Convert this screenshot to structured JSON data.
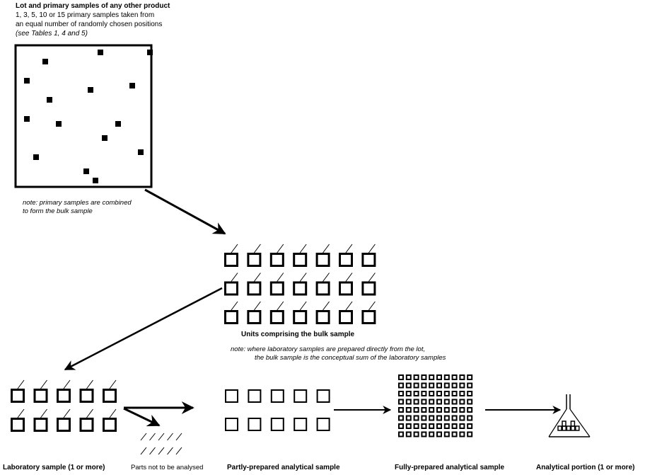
{
  "title": {
    "heading": "Lot and primary samples of any other product",
    "line1": "1, 3, 5, 10 or 15  primary samples taken from",
    "line2": "an equal number of randomly chosen positions",
    "line3": "(see Tables 1, 4 and 5)"
  },
  "lot": {
    "primary_sample_count": 15,
    "note_line1": "note:  primary samples are combined",
    "note_line2": "to form the bulk sample"
  },
  "bulk": {
    "rows": 3,
    "cols": 7,
    "label": "Units comprising the bulk sample",
    "note_line1": "note:  where laboratory samples are prepared directly from the lot,",
    "note_line2": "the bulk sample is the conceptual sum of the laboratory samples"
  },
  "laboratory": {
    "rows": 2,
    "cols": 5,
    "label": "Laboratory sample (1 or more)"
  },
  "discarded": {
    "rows": 2,
    "cols": 5,
    "label": "Parts not to be analysed"
  },
  "partly_prepared": {
    "rows": 2,
    "cols": 5,
    "label": "Partly-prepared analytical sample"
  },
  "fully_prepared": {
    "rows": 8,
    "cols": 10,
    "label": "Fully-prepared analytical sample"
  },
  "analytical_portion": {
    "label": "Analytical portion  (1 or more)"
  },
  "colors": {
    "ink": "#000000",
    "background": "#ffffff"
  }
}
